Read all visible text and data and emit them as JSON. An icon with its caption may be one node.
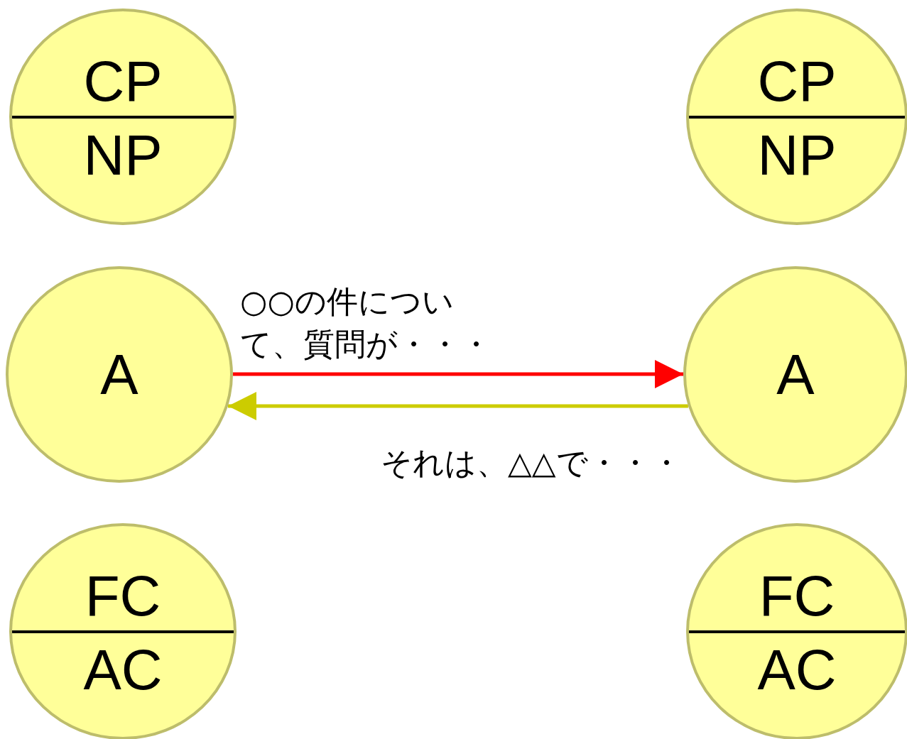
{
  "diagram": {
    "nodes": [
      {
        "text": [
          "CP",
          "NP"
        ]
      },
      {
        "text": [
          "CP",
          "NP"
        ]
      },
      {
        "text": [
          "A"
        ]
      },
      {
        "text": [
          "A"
        ]
      },
      {
        "text": [
          "FC",
          "AC"
        ]
      },
      {
        "text": [
          "FC",
          "AC"
        ]
      }
    ],
    "edges": [
      {
        "from": 2,
        "to": 3,
        "arrow": "to",
        "label": "○○の件について、質問が・・・",
        "color": "#ff0000"
      },
      {
        "from": 3,
        "to": 2,
        "arrow": "to",
        "label": "それは、△△で・・・",
        "color": "#cccc00"
      }
    ]
  }
}
